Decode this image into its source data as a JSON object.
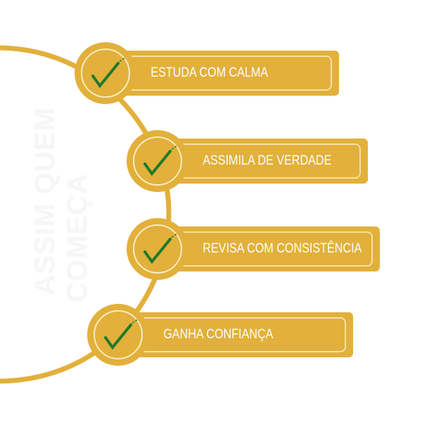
{
  "background_text": [
    "ASSIM QUEM",
    "COMEÇA"
  ],
  "steps": [
    {
      "label": "ESTUDA COM CALMA"
    },
    {
      "label": "ASSIMILA DE VERDADE"
    },
    {
      "label": "REVISA COM CONSISTÊNCIA"
    },
    {
      "label": "GANHA CONFIANÇA"
    }
  ],
  "colors": {
    "gold": "#e2b03b",
    "check": "#1e7a2a"
  }
}
